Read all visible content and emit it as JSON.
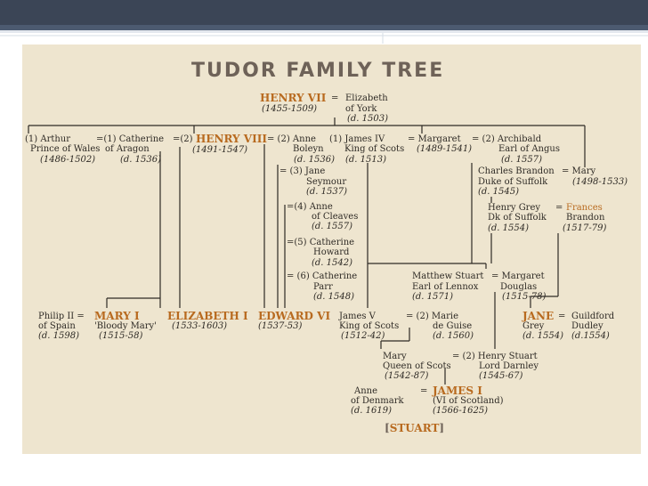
{
  "slide": {
    "title": "TUDOR FAMILY TREE",
    "stuart_open": "[",
    "stuart_name": "STUART",
    "stuart_close": "]"
  },
  "nodes": {
    "henry7": {
      "name": "HENRY VII",
      "eq": "=",
      "dates": "(1455-1509)"
    },
    "elizabeth_york": {
      "l1": "Elizabeth",
      "l2": "of York",
      "dates": "(d. 1503)"
    },
    "arthur": {
      "l1": "(1) Arthur",
      "l2": "Prince of Wales",
      "dates": "(1486-1502)"
    },
    "catherine": {
      "l1": "=(1) Catherine",
      "l2": "of Aragon",
      "dates": "(d. 1536)",
      "eq2": "=(2)"
    },
    "henry8": {
      "name": "HENRY VIII",
      "eq": "= (2) Anne",
      "dates": "(1491-1547)"
    },
    "anne_boleyn": {
      "l2": "Boleyn",
      "dates": "(d. 1536)"
    },
    "jane_seymour": {
      "l1": "= (3) Jane",
      "l2": "Seymour",
      "dates": "(d. 1537)"
    },
    "anne_cleves": {
      "l1": "=(4) Anne",
      "l2": "of Cleaves",
      "dates": "(d. 1557)"
    },
    "catherine_howard": {
      "l1": "=(5) Catherine",
      "l2": "Howard",
      "dates": "(d. 1542)"
    },
    "catherine_parr": {
      "l1": "= (6) Catherine",
      "l2": "Parr",
      "dates": "(d. 1548)"
    },
    "james4": {
      "l1": "(1) James IV",
      "l2": "King of Scots",
      "dates": "(d. 1513)"
    },
    "margaret": {
      "l1": "= Margaret",
      "dates": "(1489-1541)"
    },
    "archibald": {
      "l1": "= (2) Archibald",
      "l2": "Earl of Angus",
      "dates": "(d. 1557)"
    },
    "charles_brandon": {
      "l1": "Charles Brandon",
      "l2": "Duke of Suffolk",
      "dates": "(d. 1545)"
    },
    "mary_tudor": {
      "l1": "= Mary",
      "dates": "(1498-1533)"
    },
    "henry_grey": {
      "l1": "Henry Grey",
      "l2": "Dk of Suffolk",
      "dates": "(d. 1554)"
    },
    "frances": {
      "eq": "=",
      "l1": "Frances",
      "l2": "Brandon",
      "dates": "(1517-79)"
    },
    "matthew_stuart": {
      "l1": "Matthew Stuart",
      "l2": "Earl of Lennox",
      "dates": "(d. 1571)"
    },
    "margaret_douglas": {
      "l1": "= Margaret",
      "l2": "Douglas",
      "dates": "(1515-78)"
    },
    "philip2": {
      "l1": "Philip II =",
      "l2": "of Spain",
      "dates": "(d. 1598)"
    },
    "mary1": {
      "name": "MARY I",
      "l2": "'Bloody Mary'",
      "dates": "(1515-58)"
    },
    "elizabeth1": {
      "name": "ELIZABETH I",
      "dates": "(1533-1603)"
    },
    "edward6": {
      "name": "EDWARD VI",
      "dates": "(1537-53)"
    },
    "james5": {
      "l1": "James V",
      "l2": "King of Scots",
      "dates": "(1512-42)"
    },
    "marie_guise": {
      "l1": "= (2) Marie",
      "l2": "de Guise",
      "dates": "(d. 1560)"
    },
    "jane_grey": {
      "name": "JANE",
      "eq": "=",
      "l2": "Grey",
      "dates": "(d. 1554)"
    },
    "guildford": {
      "l1": "Guildford",
      "l2": "Dudley",
      "dates": "(d.1554)"
    },
    "mary_scots": {
      "l1": "Mary",
      "l2": "Queen of Scots",
      "dates": "(1542-87)"
    },
    "darnley": {
      "l1": "= (2) Henry Stuart",
      "l2": "Lord Darnley",
      "dates": "(1545-67)"
    },
    "anne_denmark": {
      "l1": "Anne",
      "l2": "of Denmark",
      "dates": "(d. 1619)"
    },
    "james1": {
      "eq": "=",
      "name": "JAMES I",
      "l2": "(VI of Scotland)",
      "dates": "(1566-1625)"
    }
  }
}
